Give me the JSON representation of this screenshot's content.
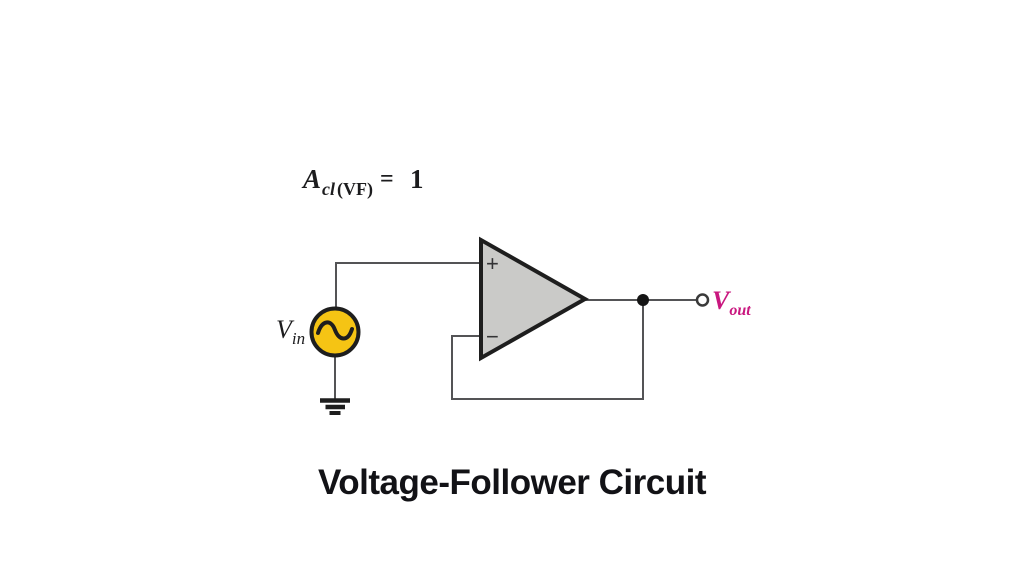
{
  "formula": {
    "gain_symbol": "A",
    "subscript_italic": "cl",
    "subscript_upright": "(VF)",
    "equals_sign": "=",
    "value": "1"
  },
  "opamp": {
    "noninverting_input_sign": "+",
    "inverting_input_sign": "−"
  },
  "labels": {
    "input": {
      "base": "V",
      "subscript": "in"
    },
    "output": {
      "base": "V",
      "subscript": "out"
    }
  },
  "caption": "Voltage-Follower Circuit",
  "colors": {
    "background": "#ffffff",
    "source_fill": "#f5c414",
    "opamp_fill": "#cacac8",
    "outline": "#1e1e1e",
    "wire": "#545456",
    "dark_text": "#1c1c1e",
    "output_label": "#c9177f",
    "caption_text": "#121216"
  }
}
